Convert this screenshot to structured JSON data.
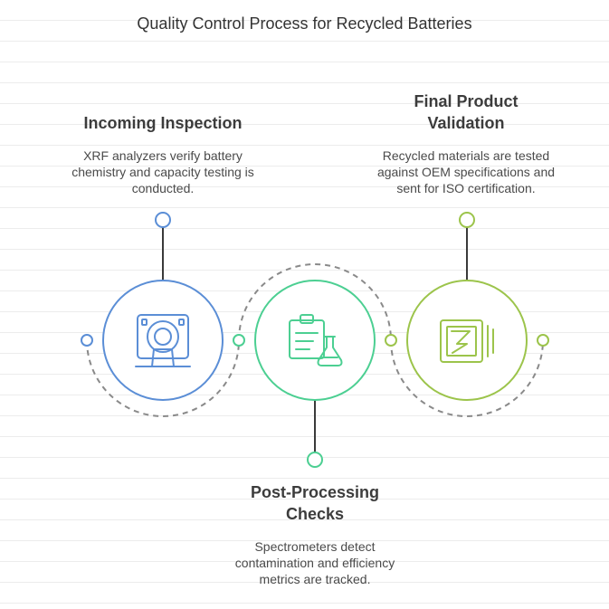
{
  "title": "Quality Control Process for Recycled Batteries",
  "steps": [
    {
      "heading": "Incoming Inspection",
      "description": "XRF analyzers verify battery chemistry and capacity testing is conducted.",
      "color": "#5b8ed6",
      "icon": "scanner-icon"
    },
    {
      "heading": "Post-Processing Checks",
      "description": "Spectrometers detect contamination and efficiency metrics are tracked.",
      "color": "#4ccf92",
      "icon": "lab-report-icon"
    },
    {
      "heading": "Final Product Validation",
      "description": "Recycled materials are tested against OEM specifications and sent for ISO certification.",
      "color": "#9cc44b",
      "icon": "certificate-icon"
    }
  ],
  "colors": {
    "dash": "#8a8a8a",
    "text": "#3c3c3c"
  }
}
